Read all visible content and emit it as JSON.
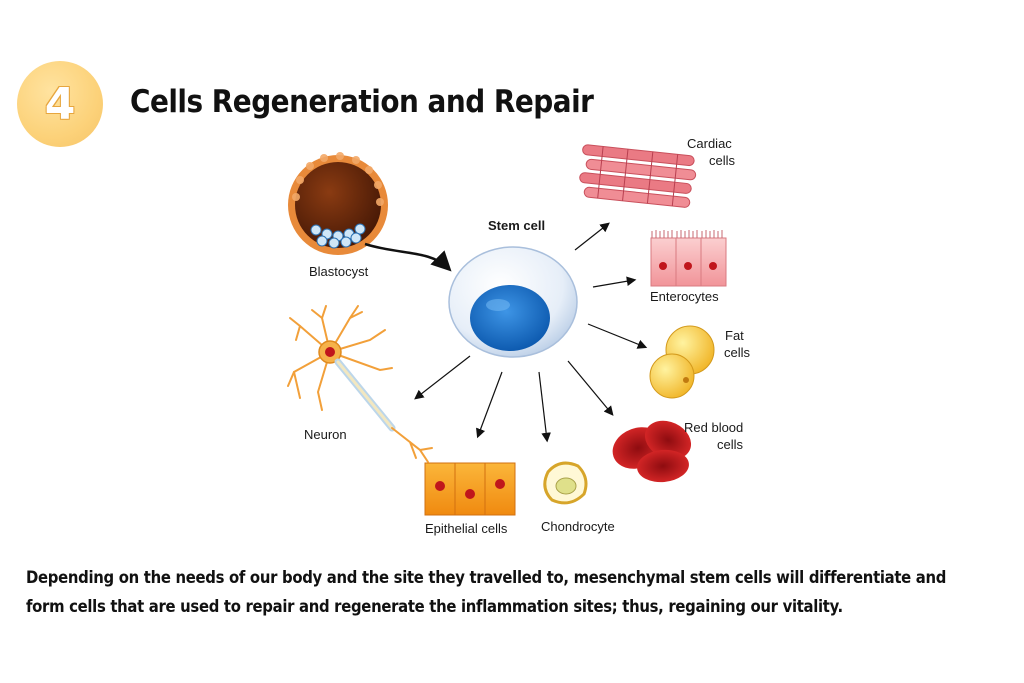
{
  "header": {
    "step_number": "4",
    "title": "Cells Regeneration and Repair"
  },
  "diagram": {
    "labels": {
      "stem_cell": "Stem cell",
      "blastocyst": "Blastocyst",
      "cardiac_line1": "Cardiac",
      "cardiac_line2": "cells",
      "enterocytes": "Enterocytes",
      "fat_line1": "Fat",
      "fat_line2": "cells",
      "rbc_line1": "Red blood",
      "rbc_line2": "cells",
      "neuron": "Neuron",
      "epithelial": "Epithelial cells",
      "chondrocyte": "Chondrocyte"
    }
  },
  "description": {
    "line1": "Depending on the needs of our body and the site they travelled to, mesenchymal stem cells will differentiate and",
    "line2": "form cells that are used to repair and regenerate the inflammation sites; thus, regaining our vitality."
  },
  "colors": {
    "badge": "#fcd27a",
    "stem_nucleus": "#1b6fc4",
    "epithelial": "#f59d1e",
    "enterocyte": "#f6a3a6",
    "fat": "#f5c73b",
    "rbc": "#c8171e",
    "cardiac": "#e9707a"
  }
}
